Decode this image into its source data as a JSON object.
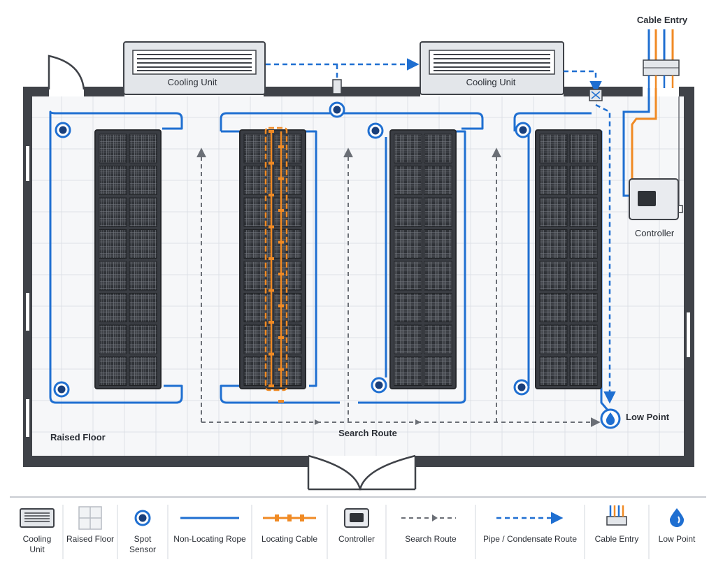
{
  "labels": {
    "cable_entry": "Cable Entry",
    "cooling_unit_left": "Cooling Unit",
    "cooling_unit_right": "Cooling Unit",
    "controller": "Controller",
    "low_point": "Low Point",
    "raised_floor": "Raised Floor",
    "search_route": "Search Route"
  },
  "legend": [
    {
      "key": "cooling-unit",
      "lines": [
        "Cooling",
        "Unit"
      ],
      "icon": "cooling-unit-icon"
    },
    {
      "key": "raised-floor",
      "lines": [
        "Raised Floor"
      ],
      "icon": "floor-tile-icon"
    },
    {
      "key": "spot-sensor",
      "lines": [
        "Spot",
        "Sensor"
      ],
      "icon": "spot-sensor-icon"
    },
    {
      "key": "non-locating-rope",
      "lines": [
        "Non-Locating Rope"
      ],
      "icon": "rope-line-icon"
    },
    {
      "key": "locating-cable",
      "lines": [
        "Locating Cable"
      ],
      "icon": "locating-cable-icon"
    },
    {
      "key": "controller",
      "lines": [
        "Controller"
      ],
      "icon": "controller-icon"
    },
    {
      "key": "search-route",
      "lines": [
        "Search Route"
      ],
      "icon": "dashed-arrow-icon"
    },
    {
      "key": "pipe-route",
      "lines": [
        "Pipe / Condensate Route"
      ],
      "icon": "blue-dashed-arrow-icon"
    },
    {
      "key": "cable-entry",
      "lines": [
        "Cable Entry"
      ],
      "icon": "cable-entry-icon"
    },
    {
      "key": "low-point",
      "lines": [
        "Low Point"
      ],
      "icon": "water-drop-icon"
    }
  ],
  "colors": {
    "wall": "#3f4248",
    "rope": "#1f6fd1",
    "locating_cable": "#f08a24",
    "pipe": "#1f6fd1",
    "search": "#6b6f76",
    "rack": "#3a3d43",
    "grid": "#dde1e6"
  }
}
